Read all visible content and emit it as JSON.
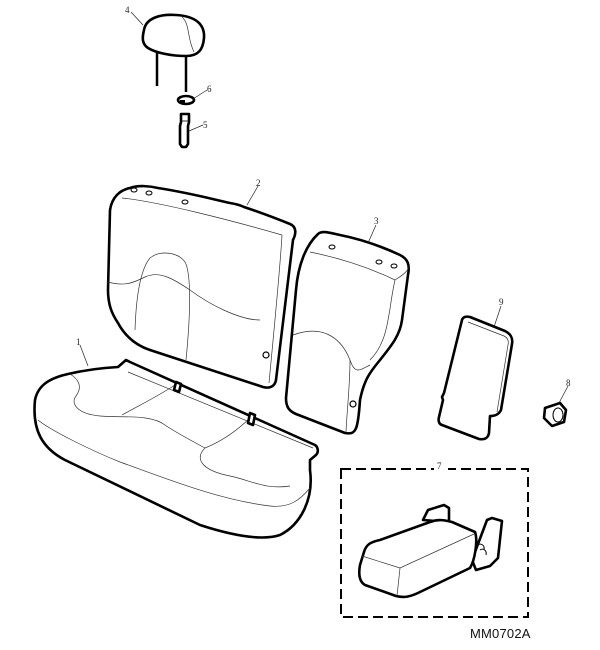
{
  "diagram": {
    "type": "exploded parts diagram",
    "subject": "Rear seat assembly",
    "reference_code": "MM0702A",
    "callouts": [
      {
        "number": "1",
        "part": "seat-cushion"
      },
      {
        "number": "2",
        "part": "seat-back-large"
      },
      {
        "number": "3",
        "part": "seat-back-small"
      },
      {
        "number": "4",
        "part": "headrest"
      },
      {
        "number": "5",
        "part": "headrest-guide-sleeve"
      },
      {
        "number": "6",
        "part": "headrest-guide-clip"
      },
      {
        "number": "7",
        "part": "armrest-kit"
      },
      {
        "number": "8",
        "part": "bush-nut"
      },
      {
        "number": "9",
        "part": "armrest-cover-panel"
      }
    ],
    "colors": {
      "line": "#000000",
      "background": "#ffffff"
    }
  }
}
